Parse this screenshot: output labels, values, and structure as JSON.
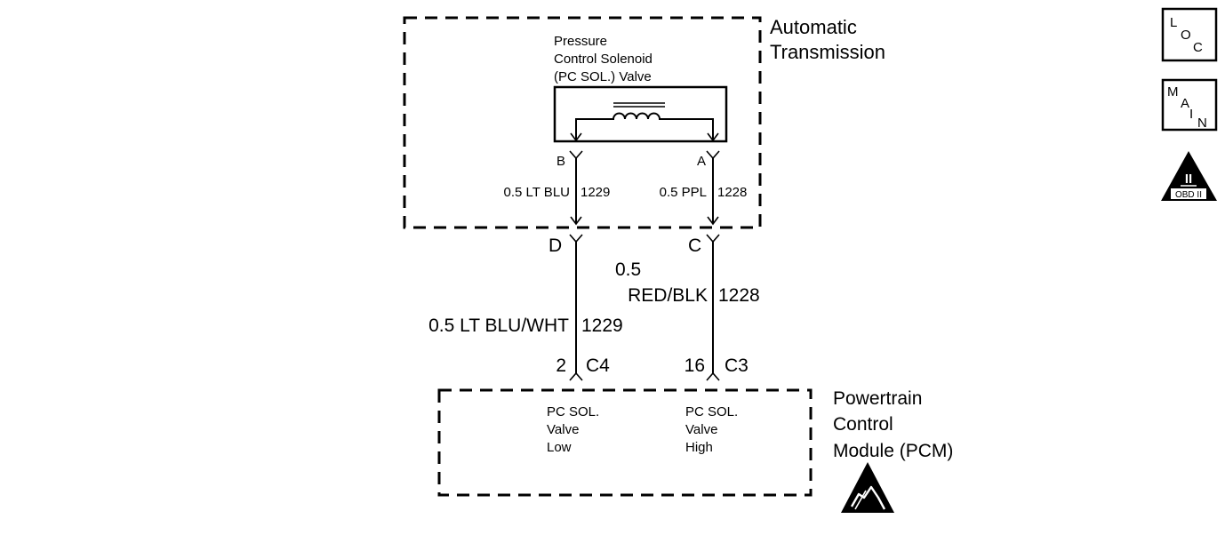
{
  "automatic_transmission": {
    "label_line1": "Automatic",
    "label_line2": "Transmission"
  },
  "solenoid": {
    "label_line1": "Pressure",
    "label_line2": "Control Solenoid",
    "label_line3": "(PC SOL.) Valve",
    "terminal_b": "B",
    "terminal_a": "A"
  },
  "internal_wires": {
    "left": {
      "gauge_color": "0.5 LT BLU",
      "circuit": "1229"
    },
    "right": {
      "gauge_color": "0.5 PPL",
      "circuit": "1228"
    }
  },
  "connectors": {
    "left_top": "D",
    "right_top": "C",
    "left_bottom_pin": "2",
    "left_bottom_conn": "C4",
    "right_bottom_pin": "16",
    "right_bottom_conn": "C3"
  },
  "harness_wires": {
    "left": {
      "gauge_color": "0.5 LT BLU/WHT",
      "circuit": "1229"
    },
    "right": {
      "gauge_line1": "0.5",
      "color": "RED/BLK",
      "circuit": "1228"
    }
  },
  "pcm": {
    "label_line1": "Powertrain",
    "label_line2": "Control",
    "label_line3": "Module (PCM)",
    "low_line1": "PC SOL.",
    "low_line2": "Valve",
    "low_line3": "Low",
    "high_line1": "PC SOL.",
    "high_line2": "Valve",
    "high_line3": "High"
  },
  "side_icons": {
    "loc": {
      "l1": "L",
      "l2": "O",
      "l3": "C"
    },
    "main": {
      "l1": "M",
      "l2": "A",
      "l3": "I",
      "l4": "N"
    },
    "obd": {
      "numeral": "II",
      "caption": "OBD II"
    }
  },
  "icon_names": [
    "loc-icon",
    "main-icon",
    "obd-ii-icon",
    "esd-sensitive-icon",
    "solenoid-coil-icon"
  ]
}
